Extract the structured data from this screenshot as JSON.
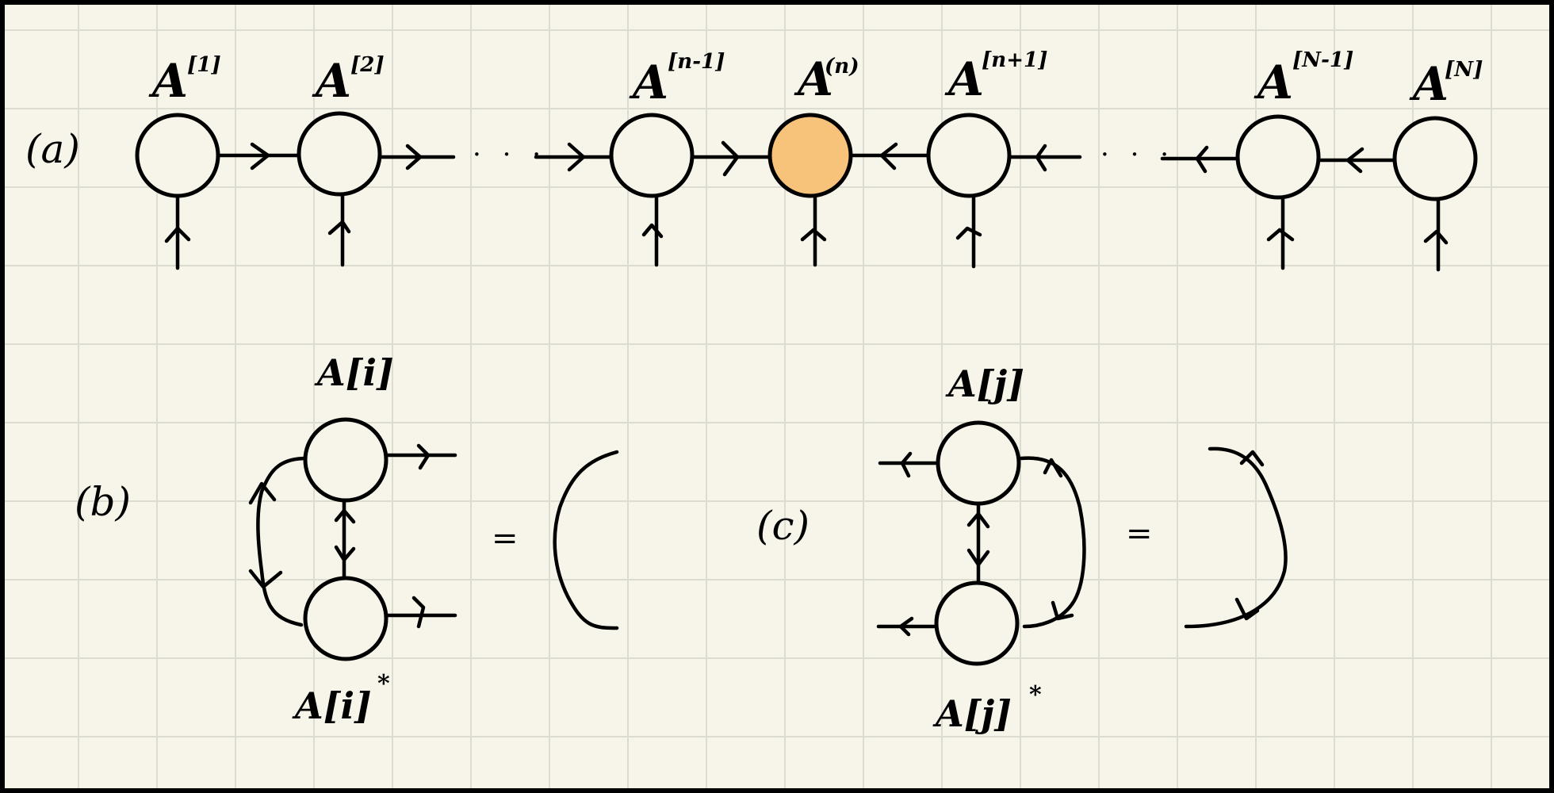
{
  "colors": {
    "paper": "#f7f5e9",
    "grid": "#dcdcd0",
    "ink": "#000000",
    "highlight": "#f7c27a",
    "frame": "#000000"
  },
  "panel_a": {
    "label": "(a)",
    "ellipsis_left": "· · ·",
    "ellipsis_right": "· · ·",
    "nodes": [
      {
        "base": "A",
        "sup": "[1]"
      },
      {
        "base": "A",
        "sup": "[2]"
      },
      {
        "base": "A",
        "sup": "[n-1]"
      },
      {
        "base": "A",
        "sup": "(n)"
      },
      {
        "base": "A",
        "sup": "[n+1]"
      },
      {
        "base": "A",
        "sup": "[N-1]"
      },
      {
        "base": "A",
        "sup": "[N]"
      }
    ]
  },
  "panel_b": {
    "label": "(b)",
    "top_label": "A[i]",
    "bottom_label": "A[i]",
    "bottom_star": "*",
    "equals": "="
  },
  "panel_c": {
    "label": "(c)",
    "top_label": "A[j]",
    "bottom_label": "A[j]",
    "bottom_star": "*",
    "equals": "="
  }
}
